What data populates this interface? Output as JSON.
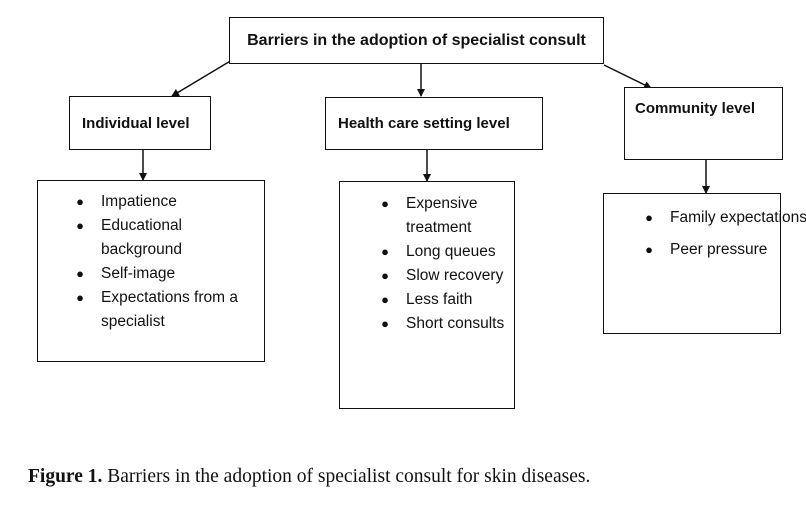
{
  "title": "Barriers in the adoption of specialist consult",
  "levels": [
    {
      "label": "Individual level",
      "items": [
        "Impatience",
        "Educational background",
        "Self-image",
        "Expectations from a specialist"
      ]
    },
    {
      "label": "Health care setting level",
      "items": [
        "Expensive treatment",
        "Long queues",
        "Slow recovery",
        "Less faith",
        "Short consults"
      ]
    },
    {
      "label": "Community level",
      "items": [
        "Family expectations",
        "Peer pressure"
      ]
    }
  ],
  "caption": {
    "label": "Figure 1.",
    "text": "Barriers in the adoption of specialist consult for skin diseases."
  }
}
